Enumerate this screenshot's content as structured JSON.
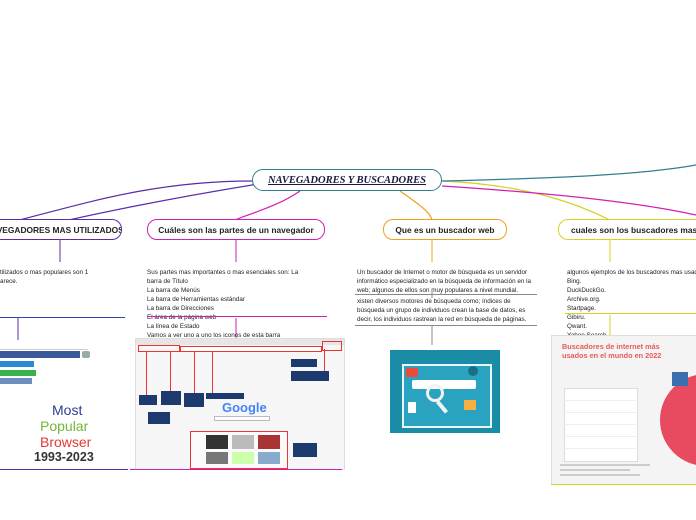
{
  "central_title": "NAVEGADORES Y BUSCADORES",
  "topics": [
    {
      "label": "AVEGADORES MAS UTILIZADOS",
      "text_lines": [
        "tilizados o mas populares son 1",
        "arece."
      ],
      "image": {
        "title_lines": [
          "Most",
          "Popular",
          "Browser",
          "1993-2023"
        ]
      }
    },
    {
      "label": "Cuáles son las partes de un navegador",
      "text_lines": [
        "Sus partes mas importantes o mas esenciales son: La",
        "barra de Título",
        "La barra de Menús",
        "La barra de Herramientas estándar",
        "La barra de Direcciones",
        "El área de la página web",
        "La línea de Estado",
        "Vamos a ver uno a uno los iconos de esta barra"
      ],
      "image": {
        "logo": "Google"
      }
    },
    {
      "label": "Que es un buscador web",
      "text_lines": [
        "Un buscador de Internet o motor de búsqueda es un servidor",
        "informático especializado en la búsqueda de información en la",
        "web; algunos de ellos son muy populares a nivel mundial."
      ],
      "text2_lines": [
        "xisten diversos motores de búsqueda como; índices de",
        "búsqueda un grupo de individuos crean la base de datos, es",
        "decir, los individuos rastrean la red en búsqueda de páginas."
      ]
    },
    {
      "label": "cuales son los buscadores mas usados",
      "text_lines": [
        "algunos ejemplos de los buscadores mas usados",
        "Bing.",
        "DuckDuckGo.",
        "Archive.org.",
        "Startpage.",
        "Gibiru.",
        "Qwant.",
        "Yahoo Search."
      ],
      "image": {
        "title_lines": [
          "Buscadores de internet más",
          "usados en el mundo en 2022"
        ]
      }
    }
  ],
  "colors": {
    "central_border": "#2f7f8f",
    "topic1": "#5a2ca8",
    "topic2": "#d01fb4",
    "topic3": "#f0a020",
    "topic4": "#d4d226",
    "underline1": "#3344aa",
    "underline3": "#888888",
    "underline4": "#d4d226"
  }
}
